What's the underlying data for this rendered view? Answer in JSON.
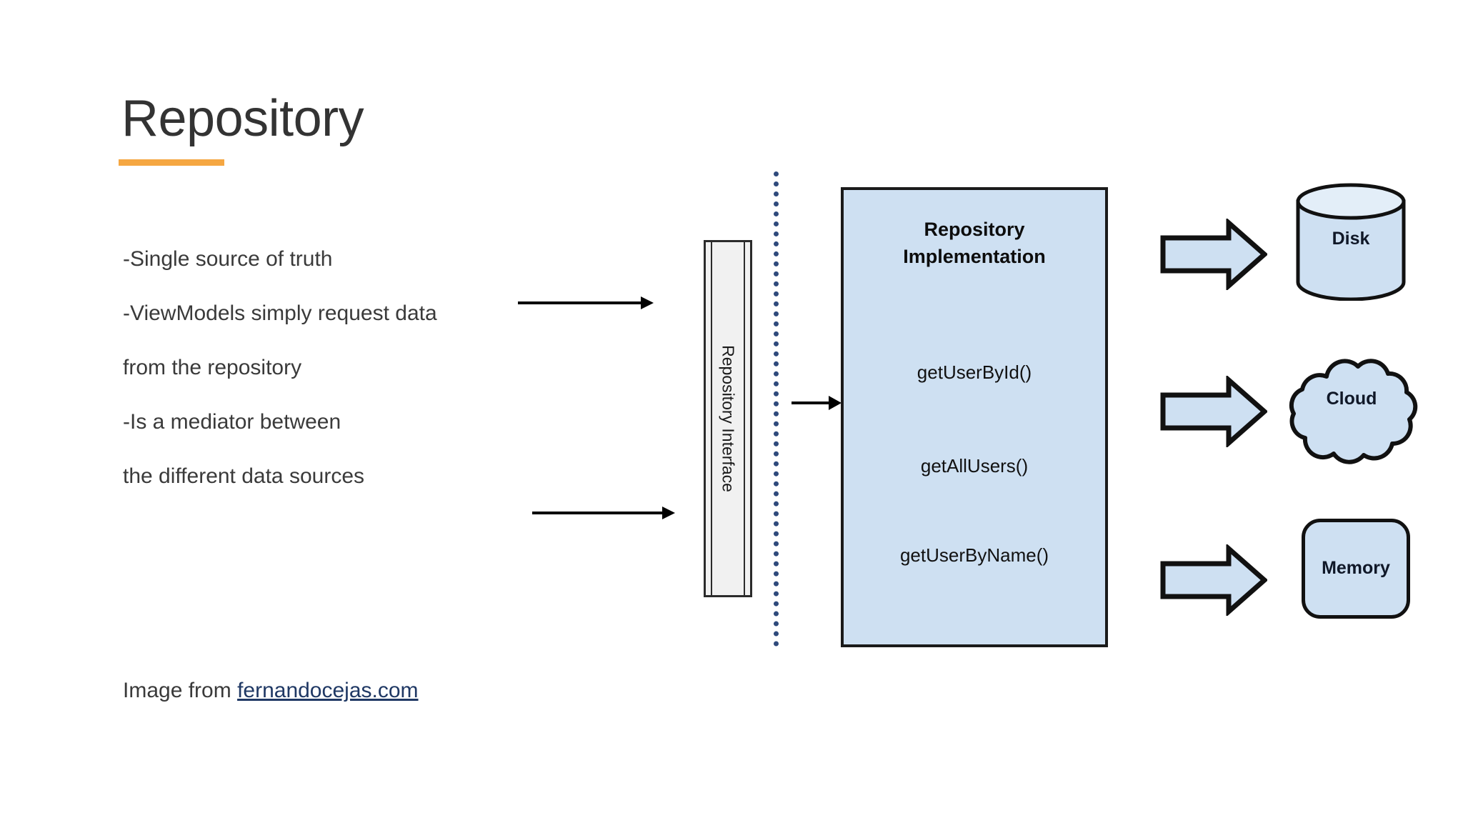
{
  "slide": {
    "title": "Repository",
    "accent_color": "#F5A742",
    "background_color": "#FFFFFF"
  },
  "bullets": [
    "-Single source of truth",
    "-ViewModels simply request data",
    "from the repository",
    "-Is a mediator between",
    "the different data sources"
  ],
  "credit": {
    "prefix": "Image from ",
    "link_text": "fernandocejas.com",
    "link_color": "#1F3864"
  },
  "diagram": {
    "interface_bar": {
      "label": "Repository Interface",
      "fill": "#F1F1F1",
      "stroke": "#2B2B2B"
    },
    "boundary_line": {
      "style": "dotted",
      "color": "#2F4A7C"
    },
    "implementation_box": {
      "title_line_1": "Repository",
      "title_line_2": "Implementation",
      "fill": "#CEE0F2",
      "stroke": "#1A1A1A",
      "methods": [
        "getUserById()",
        "getAllUsers()",
        "getUserByName()"
      ]
    },
    "thin_arrows": [
      {
        "name": "viewmodel-to-interface-arrow-top"
      },
      {
        "name": "viewmodel-to-interface-arrow-bottom"
      },
      {
        "name": "interface-to-implementation-arrow"
      }
    ],
    "block_arrows": [
      {
        "name": "arrow-to-disk",
        "fill": "#CEE0F2",
        "stroke": "#111111"
      },
      {
        "name": "arrow-to-cloud",
        "fill": "#CEE0F2",
        "stroke": "#111111"
      },
      {
        "name": "arrow-to-memory",
        "fill": "#CEE0F2",
        "stroke": "#111111"
      }
    ],
    "data_sources": [
      {
        "name": "disk",
        "label": "Disk",
        "shape": "cylinder",
        "fill": "#CEE0F2",
        "stroke": "#111111"
      },
      {
        "name": "cloud",
        "label": "Cloud",
        "shape": "cloud",
        "fill": "#CEE0F2",
        "stroke": "#111111"
      },
      {
        "name": "memory",
        "label": "Memory",
        "shape": "rounded-rectangle",
        "fill": "#CEE0F2",
        "stroke": "#111111"
      }
    ]
  }
}
